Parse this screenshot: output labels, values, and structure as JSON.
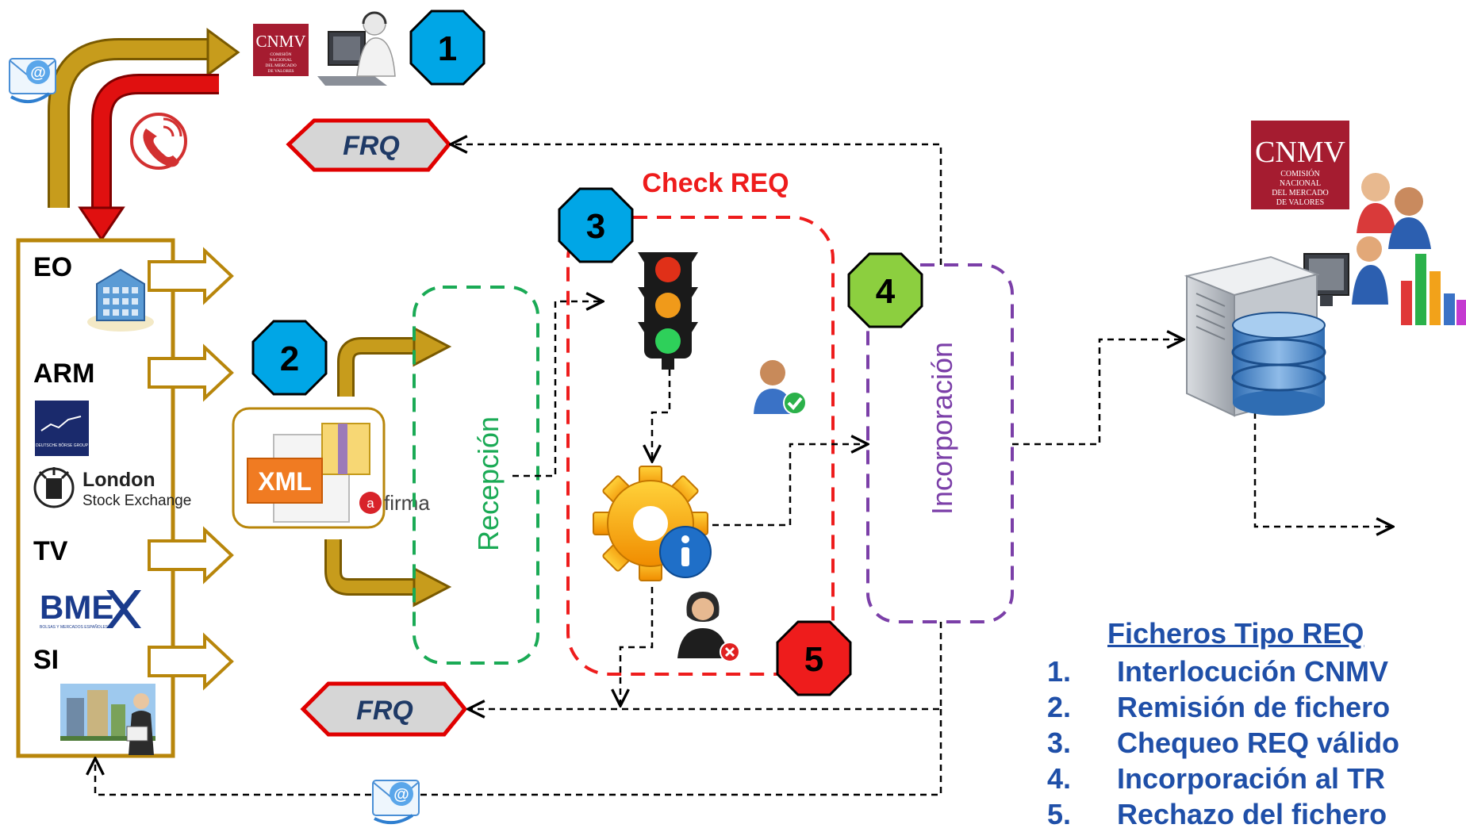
{
  "actors": {
    "items": [
      {
        "label": "EO"
      },
      {
        "label": "ARM"
      },
      {
        "label": "TV"
      },
      {
        "label": "SI"
      }
    ],
    "logos": {
      "london_line1": "London",
      "london_line2": "Stock Exchange",
      "bme": "BME",
      "bme_sub": "BOLSAS Y MERCADOS ESPAÑOLES",
      "deutsche": "DEUTSCHE BÖRSE GROUP"
    }
  },
  "cnmv": {
    "logo_text": "CNMV",
    "logo_sub": [
      "COMISIÓN",
      "NACIONAL",
      "DEL MERCADO",
      "DE VALORES"
    ]
  },
  "file": {
    "xml_label": "XML",
    "afirma_label": "firma",
    "afirma_prefix": "a"
  },
  "steps": {
    "s1": "1",
    "s2": "2",
    "s3": "3",
    "s4": "4",
    "s5": "5"
  },
  "step_colors": {
    "s1": "#00a6e6",
    "s2": "#00a6e6",
    "s3": "#00a6e6",
    "s4": "#8ccf3f",
    "s5": "#ee1c1c"
  },
  "boxes": {
    "recepcion": "Recepción",
    "check_req": "Check REQ",
    "incorporacion": "Incorporación"
  },
  "frq": {
    "top": "FRQ",
    "bottom": "FRQ"
  },
  "legend": {
    "title": "Ficheros Tipo REQ",
    "items": [
      {
        "num": "1.",
        "text": "Interlocución CNMV"
      },
      {
        "num": "2.",
        "text": "Remisión de fichero"
      },
      {
        "num": "3.",
        "text": "Chequeo REQ válido"
      },
      {
        "num": "4.",
        "text": "Incorporación al TR"
      },
      {
        "num": "5.",
        "text": "Rechazo del fichero"
      }
    ]
  },
  "colors": {
    "gold": "#b8860b",
    "red": "#e00000",
    "green_dash": "#1aaa55",
    "red_dash": "#ee1c1c",
    "purple_dash": "#7b3fa8",
    "legend_blue": "#1f4fa8"
  },
  "icons": [
    "email-icon",
    "phone-icon",
    "cnmv-logo",
    "operator-icon",
    "building-icon",
    "traffic-light-icon",
    "gear-icon",
    "info-icon",
    "user-check-icon",
    "user-reject-icon",
    "server-icon",
    "database-icon",
    "users-icon",
    "bar-chart-icon"
  ]
}
